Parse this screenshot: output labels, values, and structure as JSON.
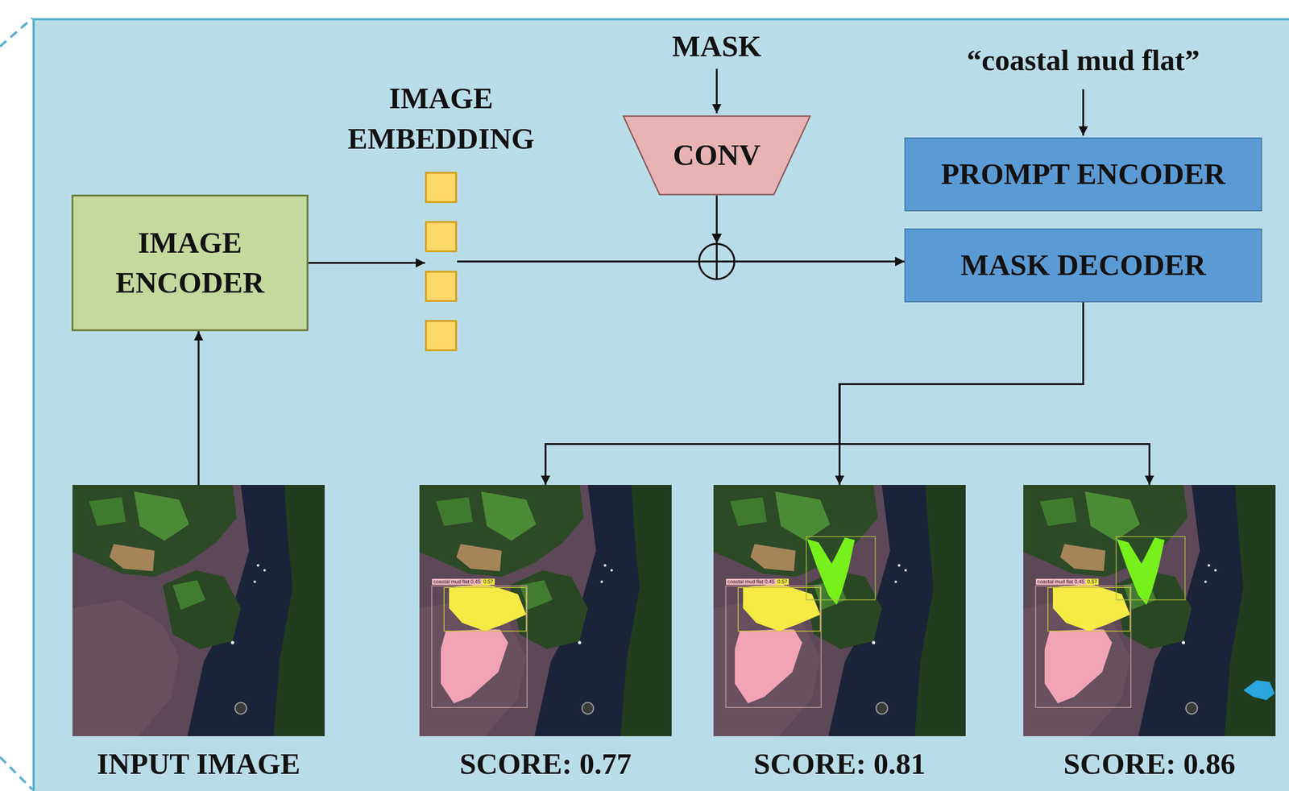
{
  "diagram": {
    "nodes": [
      {
        "text": [
          "IMAGE ENCODER"
        ]
      },
      {
        "text": [
          "IMAGE EMBEDDING"
        ]
      },
      {
        "text": [
          "CONV"
        ]
      },
      {
        "text": [
          "PROMPT ENCODER"
        ]
      },
      {
        "text": [
          "MASK DECODER"
        ]
      },
      {
        "text": [
          "INPUT IMAGE"
        ]
      },
      {
        "text": [
          "SCORE: 0.77"
        ]
      },
      {
        "text": [
          "SCORE: 0.81"
        ]
      },
      {
        "text": [
          "SCORE: 0.86"
        ]
      }
    ],
    "edges": [
      {
        "from": 5,
        "to": 0,
        "arrow": "to"
      },
      {
        "from": 0,
        "to": 1,
        "arrow": "to"
      },
      {
        "from": 1,
        "to": 4,
        "arrow": "to"
      },
      {
        "from": 2,
        "to": 4,
        "arrow": "to"
      },
      {
        "from": 4,
        "to": 6,
        "arrow": "to"
      },
      {
        "from": 4,
        "to": 7,
        "arrow": "to"
      },
      {
        "from": 4,
        "to": 8,
        "arrow": "to"
      }
    ],
    "labels": [
      "MASK",
      "“coastal mud flat”",
      "coastal mud flat 0.45",
      "0.57",
      "coastal mud flat 0.45",
      "0.57",
      "coastal mud flat 0.45",
      "0.57"
    ]
  }
}
